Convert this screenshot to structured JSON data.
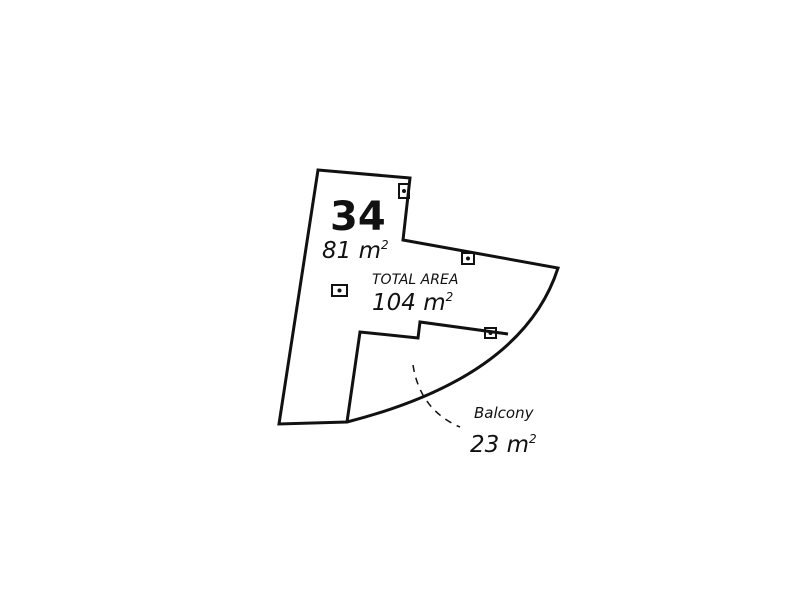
{
  "unit": {
    "number": "34",
    "internal_area": "81 m",
    "internal_area_unit_sup": "2"
  },
  "total": {
    "label": "TOTAL AREA",
    "area": "104 m",
    "area_unit_sup": "2"
  },
  "balcony": {
    "label": "Balcony",
    "area": "23 m",
    "area_unit_sup": "2"
  },
  "icons": {
    "service_box": "service-box-icon"
  },
  "colors": {
    "line": "#111111",
    "background": "#ffffff"
  }
}
